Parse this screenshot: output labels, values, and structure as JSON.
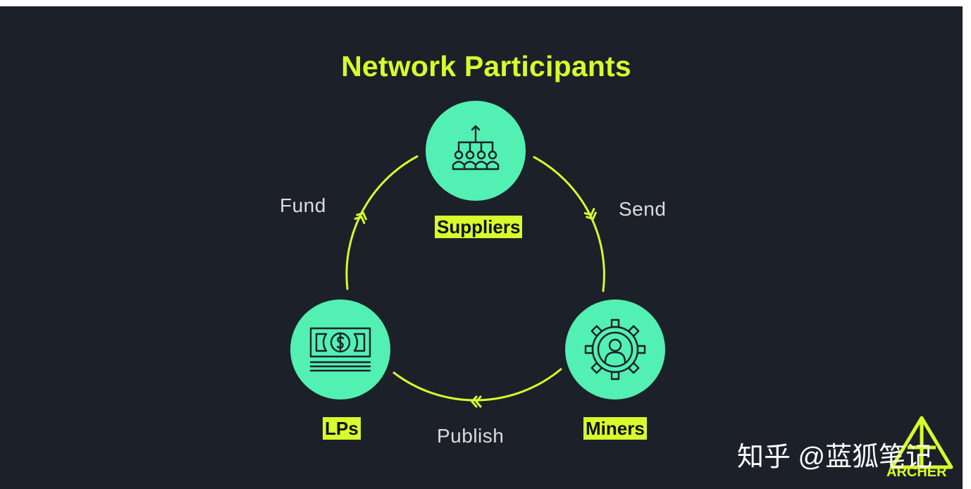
{
  "title": "Network Participants",
  "nodes": {
    "suppliers": {
      "label": "Suppliers",
      "icon": "organization-hierarchy-icon"
    },
    "miners": {
      "label": "Miners",
      "icon": "gear-person-icon"
    },
    "lps": {
      "label": "LPs",
      "icon": "banknote-dollar-icon"
    }
  },
  "edges": {
    "send": "Send",
    "publish": "Publish",
    "fund": "Fund"
  },
  "watermark": "知乎 @蓝狐笔记",
  "brand": "ARCHER",
  "colors": {
    "background": "#1c2029",
    "accent": "#d8fb2c",
    "node": "#52f0b3",
    "edge_text": "#dcdcdc"
  }
}
